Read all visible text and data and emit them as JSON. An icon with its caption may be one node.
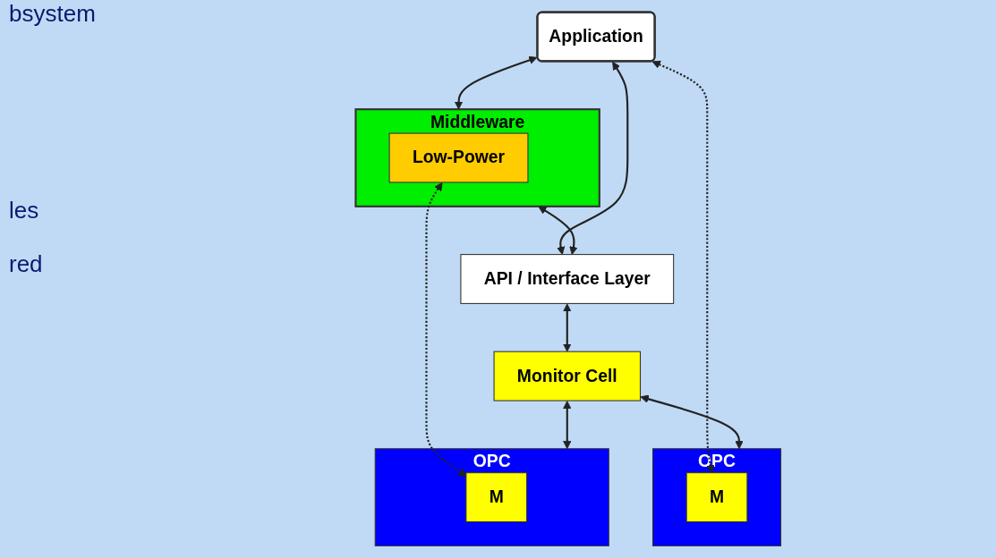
{
  "diagram": {
    "nodes": [
      {
        "text": [
          "Application"
        ]
      },
      {
        "text": [
          "Middleware"
        ]
      },
      {
        "text": [
          "Low-Power"
        ],
        "in": 1
      },
      {
        "text": [
          "API / Interface Layer"
        ]
      },
      {
        "text": [
          "OPC"
        ]
      },
      {
        "text": [
          "M"
        ],
        "in": 4
      },
      {
        "text": [
          "Monitor Cell"
        ]
      },
      {
        "text": [
          "OPC"
        ]
      },
      {
        "text": [
          "M"
        ],
        "in": 7
      }
    ],
    "edges": [
      {
        "from": 0,
        "to": 1,
        "arrow": "both"
      },
      {
        "from": 0,
        "to": 3,
        "arrow": "both"
      },
      {
        "from": 1,
        "to": 3,
        "arrow": "both"
      },
      {
        "from": 3,
        "to": 6,
        "arrow": "both"
      },
      {
        "from": 6,
        "to": 4,
        "arrow": "both"
      },
      {
        "from": 6,
        "to": 7,
        "arrow": "both"
      },
      {
        "from": 0,
        "to": 5,
        "arrow": "both",
        "style": "dashed"
      },
      {
        "from": 2,
        "to": 8,
        "arrow": "both",
        "style": "dashed"
      }
    ],
    "labels": [
      "bsystem",
      "les",
      "red"
    ]
  }
}
